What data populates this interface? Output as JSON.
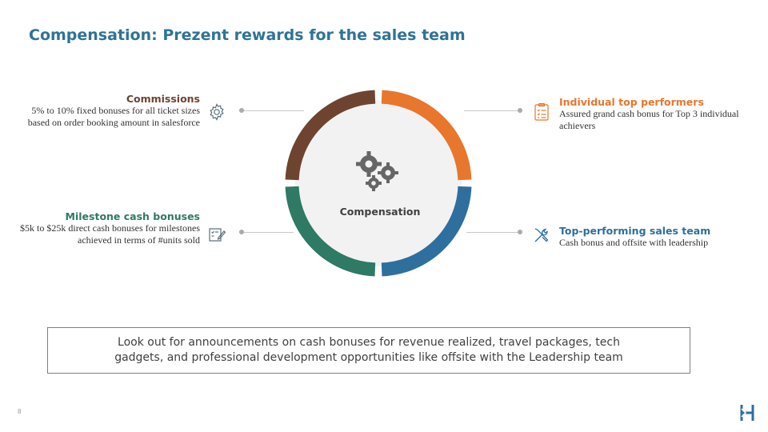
{
  "slide": {
    "title": "Compensation: Prezent rewards for the sales team",
    "page_number": "8",
    "center_label": "Compensation",
    "note": "Look out for announcements on cash bonuses for revenue realized, travel packages, tech gadgets, and professional development opportunities like offsite with the Leadership team"
  },
  "items": {
    "commissions": {
      "title": "Commissions",
      "description": "5% to 10% fixed bonuses for all ticket sizes based on order booking amount in salesforce",
      "color": "#6e4430",
      "icon": "gear-icon"
    },
    "milestone": {
      "title": "Milestone cash bonuses",
      "description": "$5k to $25k direct cash bonuses for milestones achieved in terms of #units sold",
      "color": "#2e7a64",
      "icon": "checklist-pen-icon"
    },
    "individual": {
      "title": "Individual top performers",
      "description": "Assured grand cash bonus for Top 3 individual achievers",
      "color": "#e8762c",
      "icon": "clipboard-icon"
    },
    "team": {
      "title": "Top-performing sales team",
      "description": "Cash bonus and offsite with leadership",
      "color": "#2e6f9e",
      "icon": "tools-icon"
    }
  },
  "colors": {
    "title": "#2e7397",
    "ring_inner": "#f2f2f2",
    "icon_stroke": "#5a6e7a",
    "gears": "#666666",
    "logo": "#2e6f9e"
  }
}
